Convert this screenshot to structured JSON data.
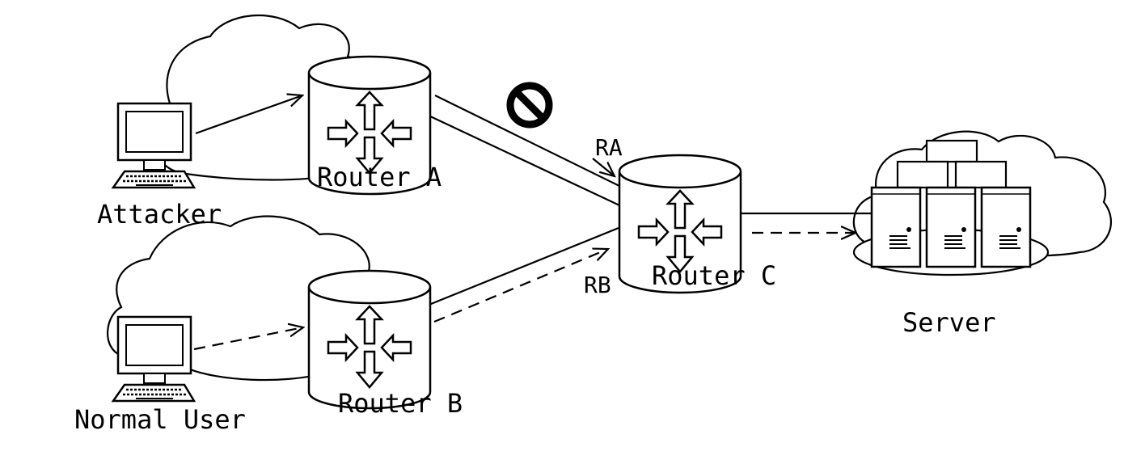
{
  "labels": {
    "attacker": "Attacker",
    "normal_user": "Normal User",
    "router_a": "Router A",
    "router_b": "Router B",
    "router_c": "Router C",
    "server": "Server",
    "ra": "RA",
    "rb": "RB"
  },
  "colors": {
    "stroke": "#000000",
    "fill": "#ffffff"
  },
  "icons": {
    "block": "prohibited-icon",
    "router": "router-icon",
    "computer": "computer-icon",
    "server": "server-icon",
    "cloud": "cloud-icon"
  }
}
